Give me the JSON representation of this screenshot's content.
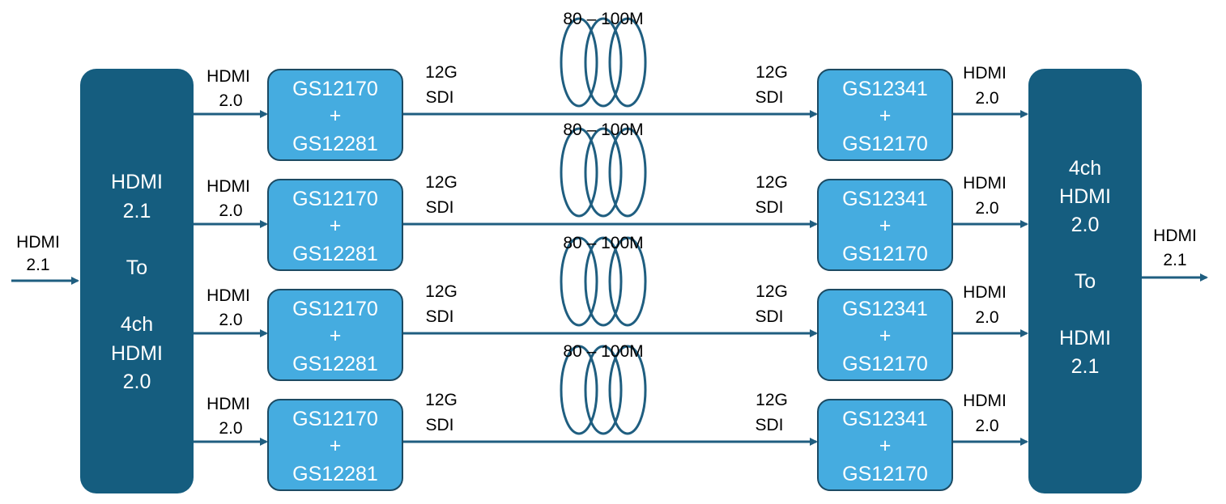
{
  "input": {
    "label_line1": "HDMI",
    "label_line2": "2.1"
  },
  "output": {
    "label_line1": "HDMI",
    "label_line2": "2.1"
  },
  "splitter": {
    "lines": [
      "HDMI",
      "2.1",
      "To",
      "4ch",
      "HDMI",
      "2.0"
    ]
  },
  "combiner": {
    "lines": [
      "4ch",
      "HDMI",
      "2.0",
      "To",
      "HDMI",
      "2.1"
    ]
  },
  "channels": [
    {
      "in_label": [
        "HDMI",
        "2.0"
      ],
      "tx_chip": [
        "GS12170",
        "+",
        "GS12281"
      ],
      "tx_label": [
        "12G",
        "SDI"
      ],
      "cable": "80 – 100M",
      "rx_label": [
        "12G",
        "SDI"
      ],
      "rx_chip": [
        "GS12341",
        "+",
        "GS12170"
      ],
      "out_label": [
        "HDMI",
        "2.0"
      ]
    },
    {
      "in_label": [
        "HDMI",
        "2.0"
      ],
      "tx_chip": [
        "GS12170",
        "+",
        "GS12281"
      ],
      "tx_label": [
        "12G",
        "SDI"
      ],
      "cable": "80 – 100M",
      "rx_label": [
        "12G",
        "SDI"
      ],
      "rx_chip": [
        "GS12341",
        "+",
        "GS12170"
      ],
      "out_label": [
        "HDMI",
        "2.0"
      ]
    },
    {
      "in_label": [
        "HDMI",
        "2.0"
      ],
      "tx_chip": [
        "GS12170",
        "+",
        "GS12281"
      ],
      "tx_label": [
        "12G",
        "SDI"
      ],
      "cable": "80 – 100M",
      "rx_label": [
        "12G",
        "SDI"
      ],
      "rx_chip": [
        "GS12341",
        "+",
        "GS12170"
      ],
      "out_label": [
        "HDMI",
        "2.0"
      ]
    },
    {
      "in_label": [
        "HDMI",
        "2.0"
      ],
      "tx_chip": [
        "GS12170",
        "+",
        "GS12281"
      ],
      "tx_label": [
        "12G",
        "SDI"
      ],
      "cable": "80 – 100M",
      "rx_label": [
        "12G",
        "SDI"
      ],
      "rx_chip": [
        "GS12341",
        "+",
        "GS12170"
      ],
      "out_label": [
        "HDMI",
        "2.0"
      ]
    }
  ],
  "colors": {
    "big_box": "#155D7F",
    "chip_box": "#45ACE0",
    "line": "#1F5E80"
  }
}
